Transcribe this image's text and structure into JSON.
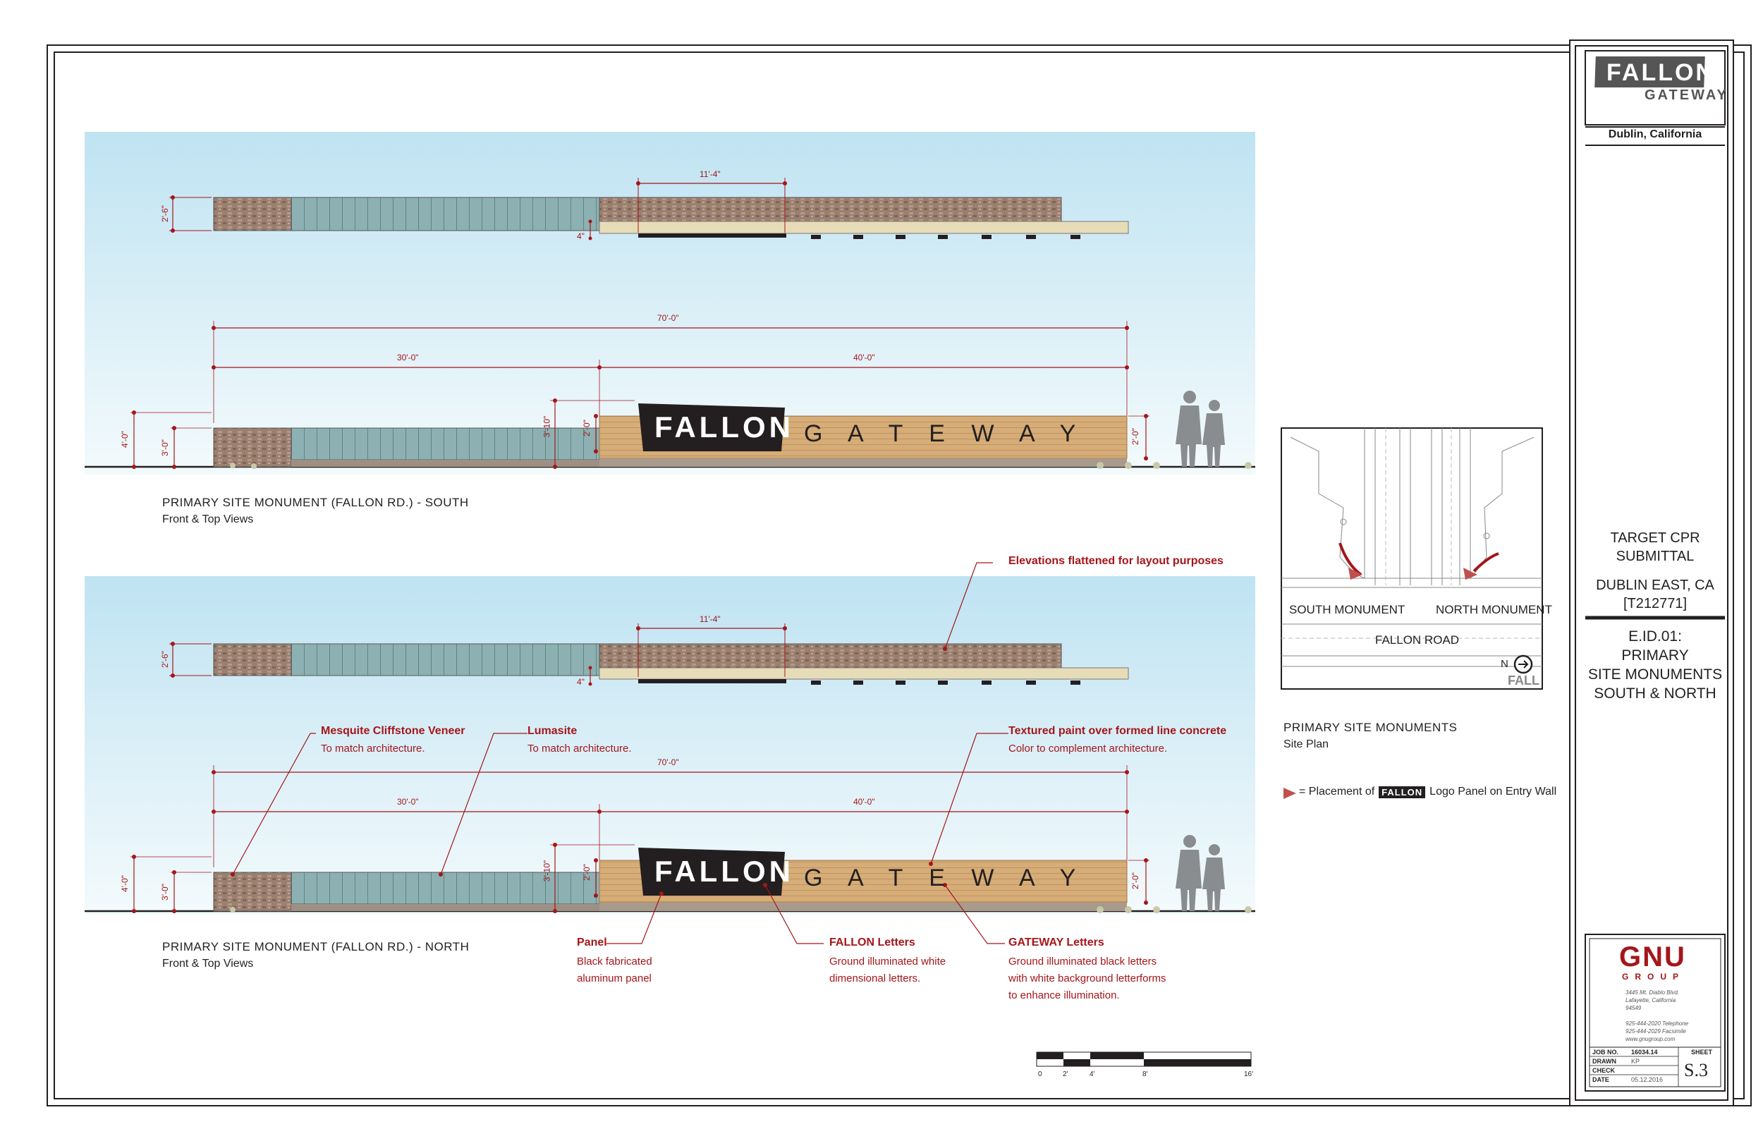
{
  "brand": {
    "logo_line1": "FALLON",
    "logo_line2": "GATEWAY",
    "location": "Dublin, California"
  },
  "elevations": {
    "south": {
      "title": "PRIMARY SITE MONUMENT (FALLON RD.) - SOUTH",
      "subtitle": "Front & Top Views"
    },
    "north": {
      "title": "PRIMARY SITE MONUMENT (FALLON RD.) - NORTH",
      "subtitle": "Front & Top Views"
    },
    "dimensions": {
      "top_width": "11'-4\"",
      "top_depth": "2'-6\"",
      "top_offset": "4\"",
      "overall": "70'-0\"",
      "left_section": "30'-0\"",
      "right_section": "40'-0\"",
      "wall_height": "4'-0\"",
      "veneer_height": "3'-0\"",
      "panel_height": "3'-10\"",
      "panel_inner": "2'-0\"",
      "end_height": "2'-0\""
    },
    "sign_text_1": "FALLON",
    "sign_text_2": "G A T E W A Y"
  },
  "callouts": {
    "flattened": "Elevations flattened for layout purposes",
    "veneer_title": "Mesquite Cliffstone Veneer",
    "veneer_body": "To match architecture.",
    "lumasite_title": "Lumasite",
    "lumasite_body": "To match architecture.",
    "paint_title": "Textured paint over formed line concrete",
    "paint_body": "Color to complement architecture.",
    "panel_title": "Panel",
    "panel_body1": "Black fabricated",
    "panel_body2": "aluminum panel",
    "fallon_title": "FALLON Letters",
    "fallon_body1": "Ground illuminated white",
    "fallon_body2": "dimensional letters.",
    "gateway_title": "GATEWAY Letters",
    "gateway_body1": "Ground illuminated black letters",
    "gateway_body2": "with white background letterforms",
    "gateway_body3": "to enhance illumination."
  },
  "site_plan": {
    "south_label": "SOUTH MONUMENT",
    "north_label": "NORTH MONUMENT",
    "road_label": "FALLON ROAD",
    "north_arrow": "N",
    "edge_text": "FALL",
    "title": "PRIMARY SITE MONUMENTS",
    "subtitle": "Site Plan",
    "legend_prefix": "= Placement of",
    "legend_logo": "FALLON",
    "legend_suffix": "Logo Panel on Entry Wall"
  },
  "scale_bar": {
    "labels": [
      "0",
      "2'",
      "4'",
      "8'",
      "16'"
    ]
  },
  "title_block": {
    "submittal1": "TARGET CPR",
    "submittal2": "SUBMITTAL",
    "project1": "DUBLIN EAST, CA",
    "project2": "[T212771]",
    "sheet_id": "E.ID.01:",
    "sheet_name1": "PRIMARY",
    "sheet_name2": "SITE MONUMENTS",
    "sheet_name3": "SOUTH & NORTH",
    "firm_logo": "GNU",
    "firm_sub": "GROUP",
    "address1": "3445 Mt. Diablo Blvd.",
    "address2": "Lafayette, California",
    "address3": "94549",
    "phone": "925-444-2020 Telephone",
    "fax": "925-444-2029 Facsimile",
    "web": "www.gnugroup.com",
    "job_label": "JOB NO.",
    "job_value": "16034.14",
    "sheet_label": "SHEET",
    "drawn_label": "DRAWN",
    "drawn_value": "KP",
    "check_label": "CHECK",
    "check_value": "",
    "date_label": "DATE",
    "date_value": "05.12.2016",
    "sheet_number": "S.3"
  },
  "colors": {
    "accent_red": "#a4161a",
    "ink": "#231f20",
    "sky": "#cbe9f5",
    "stone": "#9b7f6c",
    "glass": "#8fb3b3",
    "wood": "#d2a871"
  }
}
